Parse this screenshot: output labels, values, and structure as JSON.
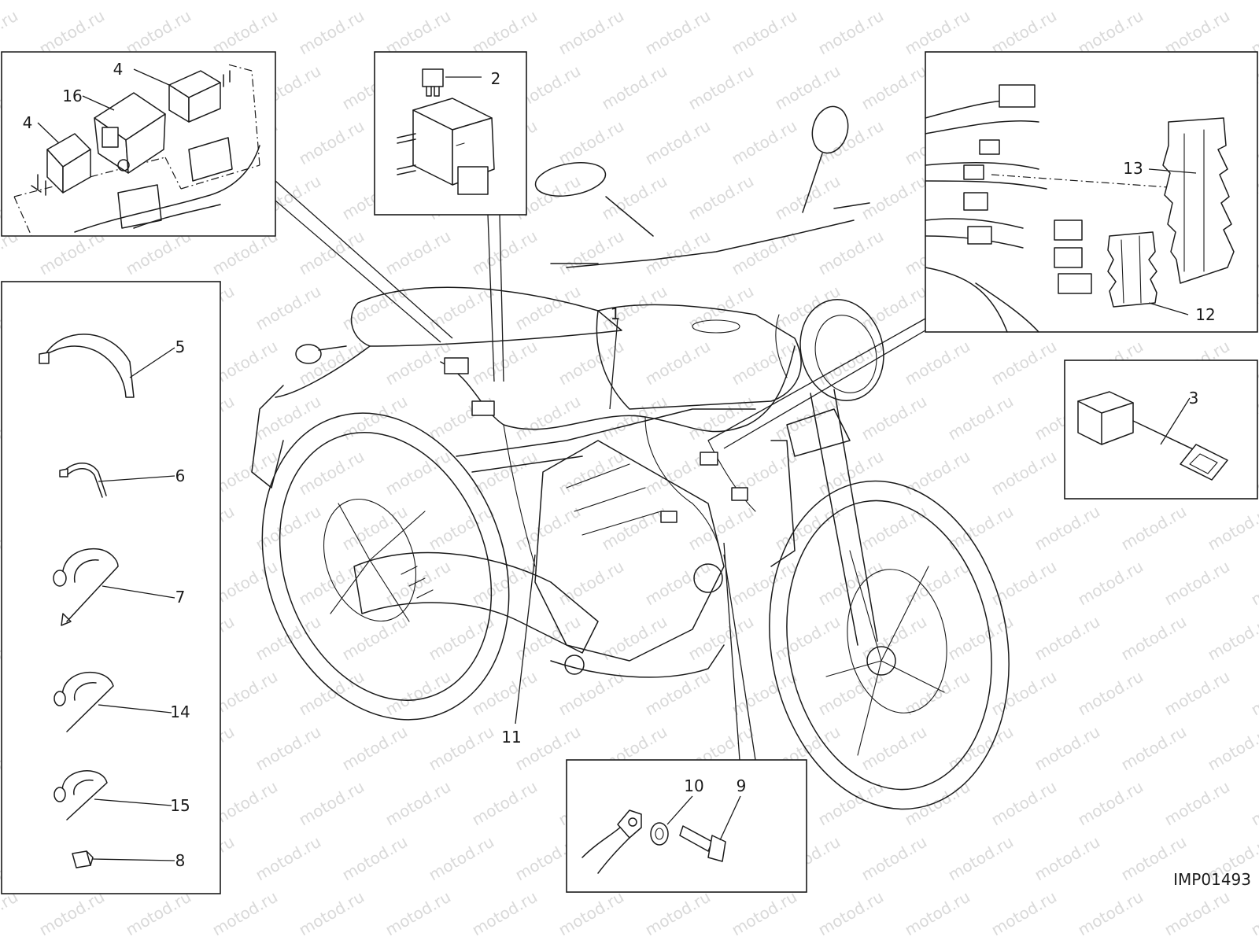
{
  "watermark": "motod.ru",
  "drawing_code": "IMP01493",
  "callouts": {
    "c1": "1",
    "c2": "2",
    "c3": "3",
    "c4a": "4",
    "c4b": "4",
    "c5": "5",
    "c6": "6",
    "c7": "7",
    "c8": "8",
    "c9": "9",
    "c10": "10",
    "c11": "11",
    "c12": "12",
    "c13": "13",
    "c14": "14",
    "c15": "15",
    "c16": "16"
  }
}
